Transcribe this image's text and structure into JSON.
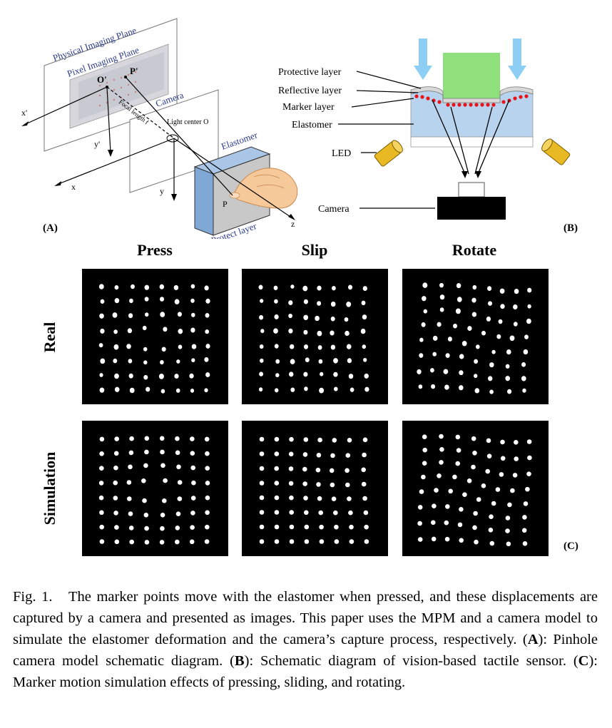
{
  "panel_a": {
    "label": "(A)",
    "physical_plane": "Physical Imaging Plane",
    "pixel_plane": "Pixel Imaging Plane",
    "camera": "Camera",
    "elastomer": "Elastomer",
    "protect_layer": "Protect layer",
    "focal": "Focal length f",
    "light_center": "Light center O",
    "o_prime": "O'",
    "p_prime": "P'",
    "p": "P",
    "x_prime": "x'",
    "y_prime": "y'",
    "x": "x",
    "y": "y",
    "z": "z"
  },
  "panel_b": {
    "label": "(B)",
    "protective_layer": "Protective layer",
    "reflective_layer": "Reflective layer",
    "marker_layer": "Marker layer",
    "elastomer": "Elastomer",
    "led": "LED",
    "camera": "Camera",
    "colors": {
      "arrow": "#8dcff4",
      "indenter": "#8fe07c",
      "elastomer": "#b7d3ee",
      "marker": "#e8141c",
      "led": "#e8b923"
    }
  },
  "panel_c": {
    "label": "(C)",
    "columns": [
      "Press",
      "Slip",
      "Rotate"
    ],
    "rows": [
      "Real",
      "Simulation"
    ]
  },
  "caption": {
    "prefix": "Fig. 1.",
    "sentence1": "The marker points move with the elastomer when pressed, and these displacements are captured by a camera and presented as images. This paper uses the MPM and a camera model to simulate the elastomer deformation and the camera’s capture process, respectively.",
    "a_letter": "A",
    "a_text": ": Pinhole camera model schematic diagram.",
    "b_letter": "B",
    "b_text": ": Schematic diagram of vision-based tactile sensor.",
    "c_letter": "C",
    "c_text": ": Marker motion simulation effects of pressing, sliding, and rotating."
  }
}
